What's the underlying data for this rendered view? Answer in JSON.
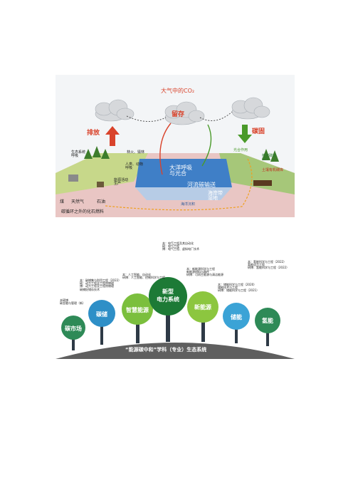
{
  "carbon_cycle": {
    "title": "大气中的CO₂",
    "emission": "排放",
    "retention": "留存",
    "sequestration": "碳固",
    "ecosystem_respiration": "生态系统\n呼吸",
    "wildfire": "林火、毁林",
    "human_animal_respiration": "人类、动物\n呼吸",
    "energy_production": "能源活动\n生产",
    "photosynthesis": "光合作用",
    "gpp": "植被碳库\nGPP",
    "soil_carbon": "土壤有机碳库",
    "ocean_respiration": "大洋呼吸\n与光合",
    "river_transport": "河流碳输送",
    "coastal": "海岸带\n湿地",
    "marine_sediment": "海洋沉积",
    "coal": "煤",
    "natural_gas": "天然气",
    "oil": "石油",
    "fossil_fuel": "碳循环之外的化石燃料",
    "colors": {
      "red": "#d9432b",
      "green": "#4a9a2a",
      "ocean": "#3f7fc7",
      "sky": "#f3f5f7"
    }
  },
  "ecosystem": {
    "caption": "“能源碳中和”学科（专业）生态系统",
    "trees": [
      {
        "name": "碳市场",
        "color": "#2e8a57"
      },
      {
        "name": "碳储",
        "color": "#2e8fc7"
      },
      {
        "name": "智慧能源",
        "color": "#7bbf3d"
      },
      {
        "name": "新型\n电力系统",
        "color": "#1d7a36"
      },
      {
        "name": "新能源",
        "color": "#8cc63f"
      },
      {
        "name": "储能",
        "color": "#3ba3d6"
      },
      {
        "name": "氢能",
        "color": "#2e8a57"
      }
    ],
    "notes": {
      "market": "本硕博\n碳金融与管理（新）",
      "storage": "本：碳捕集与利用工程（2022）\n硕：动力工程及工程热物理\n博：动力工程及工程热物理\n碳捕捉储存技术",
      "smart": "本：人工智能、自动化\n研博：人工智能、控制科学与工程",
      "grid": "本：电气工程及其自动化\n硕：电气工程\n博：电气工程、虚拟电厂技术",
      "renewable": "本：新能源科学与工程\n新能源材料与器件\n研博：可再生能源与清洁能源",
      "storage_energy": "本：储能科学与工程（2020）\n储能技术与工程\n研博：储能科学与工程（2021）",
      "hydrogen": "本：氢能科学与工程（2022）\n氢能动力工程\n研博：氢能科学与工程（2022）"
    }
  }
}
